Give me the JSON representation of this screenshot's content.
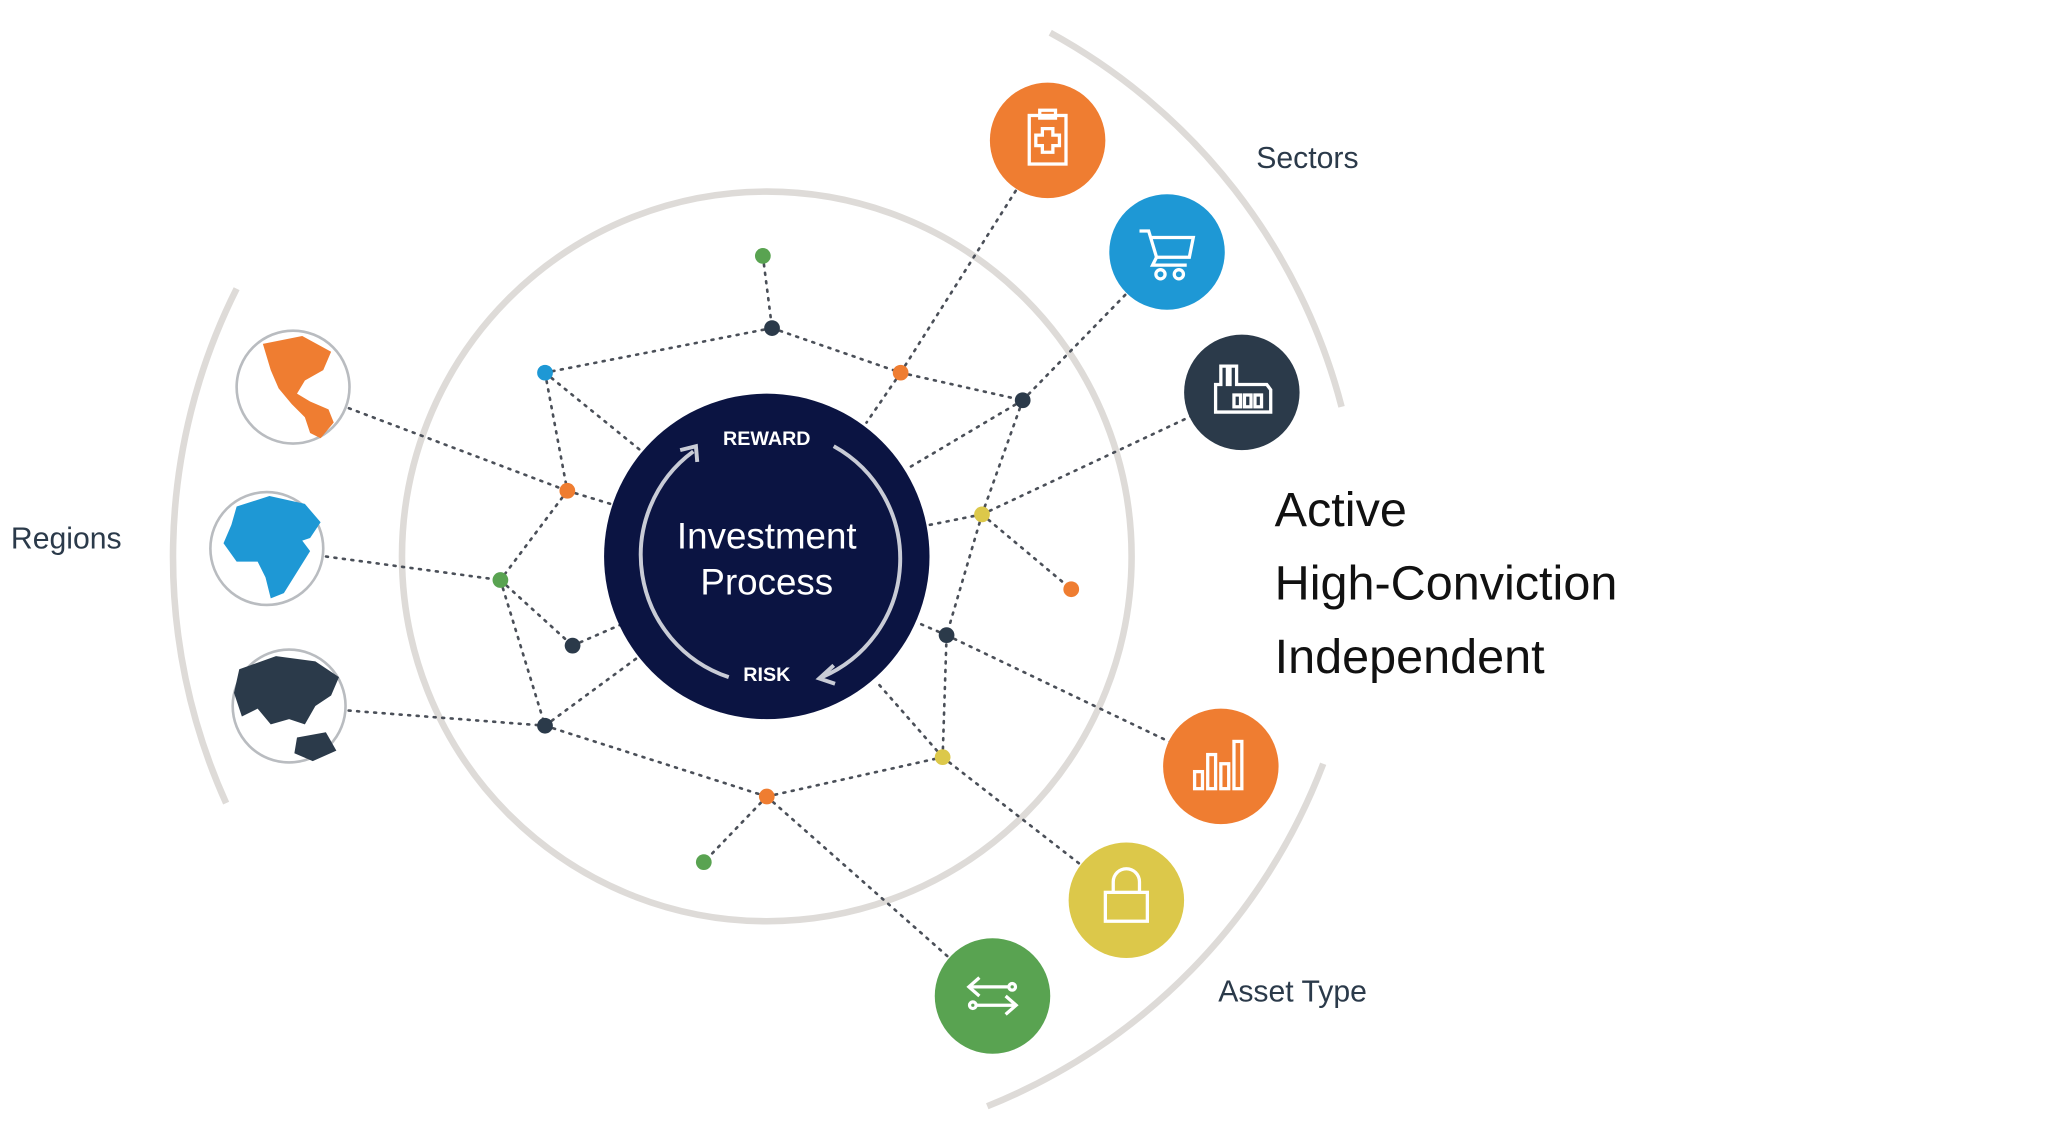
{
  "labels": {
    "regions": "Regions",
    "sectors": "Sectors",
    "asset_type": "Asset Type"
  },
  "center": {
    "line1": "Investment",
    "line2": "Process",
    "reward": "REWARD",
    "risk": "RISK"
  },
  "traits": [
    "Active",
    "High-Conviction",
    "Independent"
  ],
  "regions": [
    {
      "name": "americas-globe-icon",
      "color": "#ef7d31"
    },
    {
      "name": "africa-europe-globe-icon",
      "color": "#1e98d5"
    },
    {
      "name": "asia-oceania-globe-icon",
      "color": "#2b3a4a"
    }
  ],
  "sectors": [
    {
      "name": "healthcare-clipboard-icon",
      "color": "#ef7d31"
    },
    {
      "name": "shopping-cart-icon",
      "color": "#1e98d5"
    },
    {
      "name": "factory-icon",
      "color": "#2b3a4a"
    }
  ],
  "asset_types": [
    {
      "name": "bar-chart-icon",
      "color": "#ef7d31"
    },
    {
      "name": "lock-icon",
      "color": "#dcc84a"
    },
    {
      "name": "exchange-arrows-icon",
      "color": "#59a351"
    }
  ],
  "colors": {
    "center": "#0b1442",
    "ring": "#dedbd8",
    "orange": "#ef7d31",
    "blue": "#1e98d5",
    "dark": "#2b3a4a",
    "yellow": "#dcc84a",
    "green": "#59a351"
  }
}
